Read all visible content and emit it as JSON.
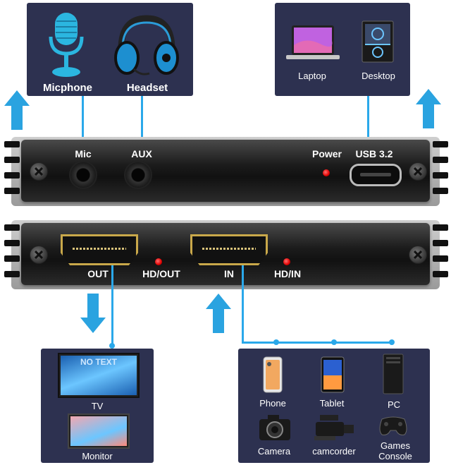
{
  "top_left_panel": {
    "mic_label": "Micphone",
    "headset_label": "Headset"
  },
  "top_right_panel": {
    "laptop_label": "Laptop",
    "desktop_label": "Desktop"
  },
  "device_top": {
    "mic": "Mic",
    "aux": "AUX",
    "power": "Power",
    "usb": "USB 3.2"
  },
  "device_bottom": {
    "out": "OUT",
    "hd_out": "HD/OUT",
    "in": "IN",
    "hd_in": "HD/IN"
  },
  "bottom_left_panel": {
    "tv_label": "TV",
    "monitor_label": "Monitor",
    "tv_screen_text": "NO TEXT"
  },
  "bottom_right_panel": {
    "phone": "Phone",
    "tablet": "Tablet",
    "pc": "PC",
    "camera": "Camera",
    "camcorder": "camcorder",
    "games_console": "Games Console"
  },
  "colors": {
    "panel": "#2d3150",
    "accent_line": "#2aa8ea",
    "led": "#e00000",
    "hdmi_gold": "#c9a84a"
  }
}
